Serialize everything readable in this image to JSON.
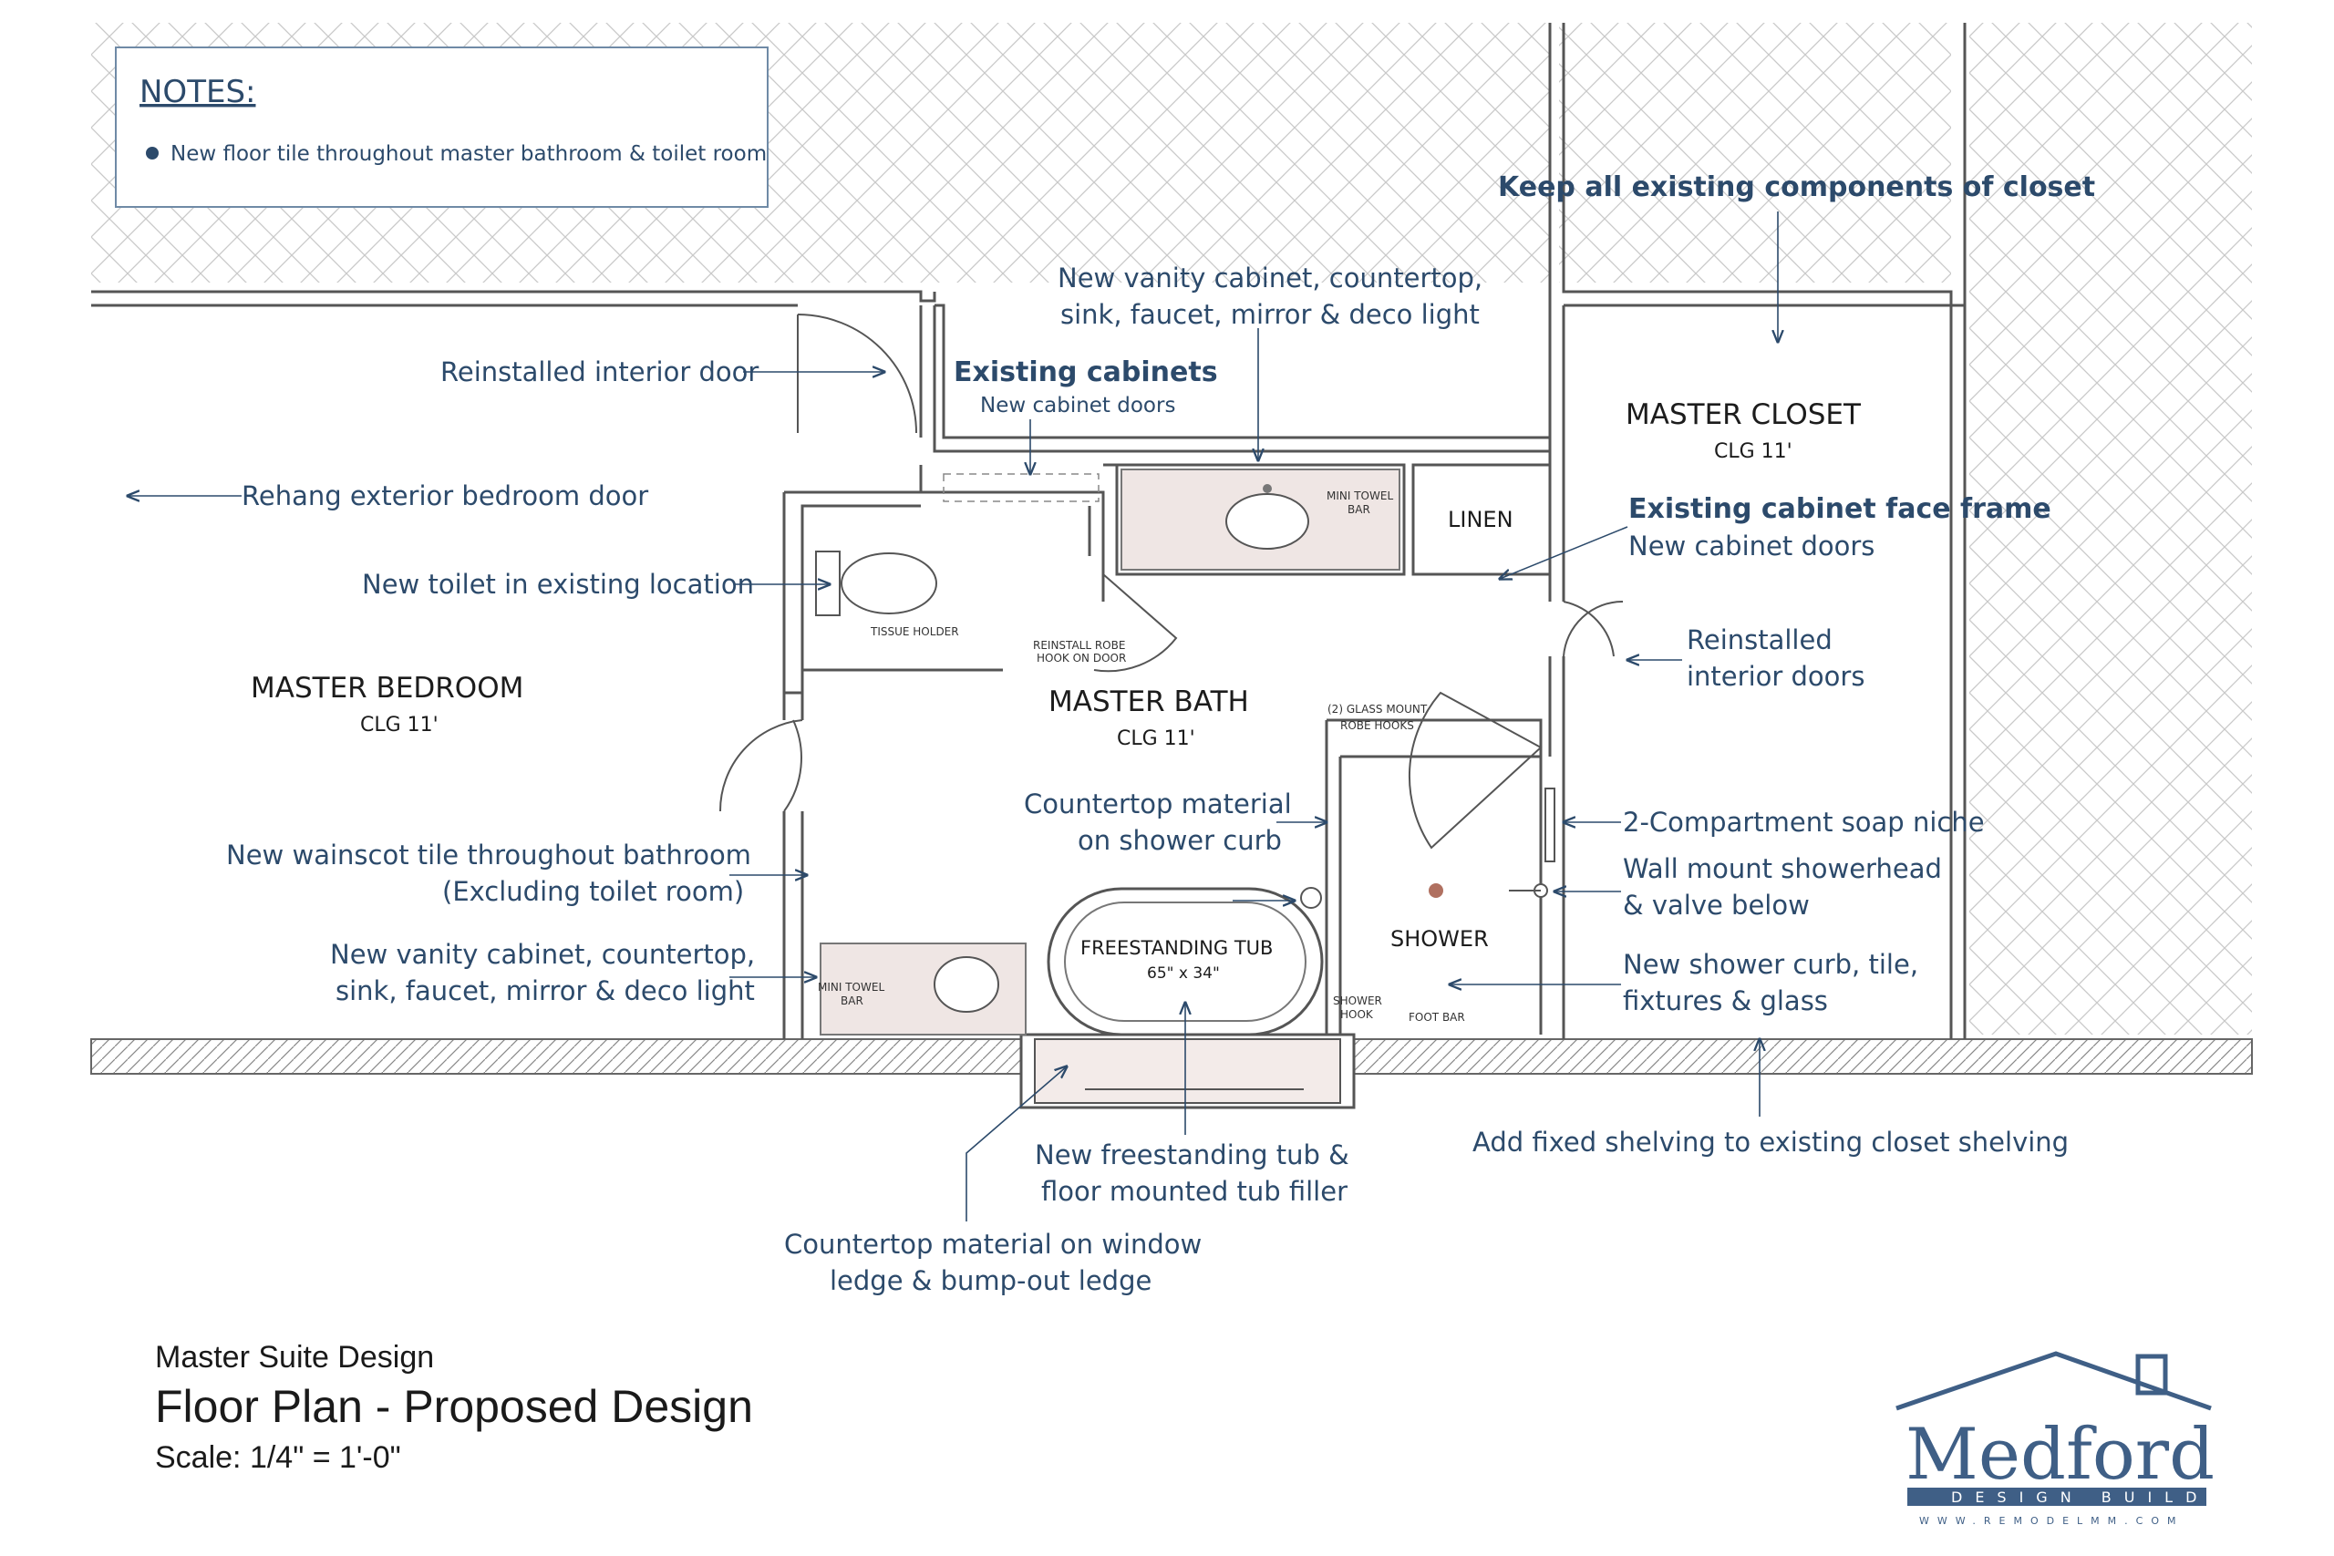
{
  "notes": {
    "heading": "NOTES:",
    "item": "New floor tile throughout master bathroom & toilet room"
  },
  "rooms": {
    "bedroom": "MASTER BEDROOM",
    "bedroom_clg": "CLG 11'",
    "bath": "MASTER BATH",
    "bath_clg": "CLG 11'",
    "closet": "MASTER CLOSET",
    "closet_clg": "CLG 11'",
    "linen": "LINEN",
    "shower": "SHOWER"
  },
  "fixtures": {
    "tub_title": "FREESTANDING TUB",
    "tub_size": "65\" x 34\"",
    "mini_towel": "MINI TOWEL",
    "bar": "BAR",
    "tissue": "TISSUE HOLDER",
    "robe_1": "REINSTALL ROBE",
    "robe_2": "HOOK ON DOOR",
    "glass_1": "(2) GLASS MOUNT",
    "glass_2": "ROBE HOOKS",
    "shower_hook_1": "SHOWER",
    "shower_hook_2": "HOOK",
    "foot_bar": "FOOT BAR"
  },
  "callouts": {
    "keep_closet": "Keep all existing components of closet",
    "vanity_top_1": "New vanity cabinet, countertop,",
    "vanity_top_2": "sink, faucet, mirror & deco light",
    "reinstalled_door": "Reinstalled interior door",
    "existing_cabinets": "Existing cabinets",
    "new_cabinet_doors": "New cabinet doors",
    "rehang": "Rehang exterior bedroom door",
    "toilet": "New toilet in existing location",
    "face_frame": "Existing cabinet face frame",
    "face_frame_doors": "New cabinet doors",
    "reinstalled_doors_1": "Reinstalled",
    "reinstalled_doors_2": "interior doors",
    "curb_1": "Countertop material",
    "curb_2": "on shower curb",
    "soap": "2-Compartment soap niche",
    "showerhead_1": "Wall mount showerhead",
    "showerhead_2": "& valve below",
    "wainscot_1": "New wainscot tile throughout bathroom",
    "wainscot_2": "(Excluding toilet room)",
    "vanity_bottom_1": "New vanity cabinet, countertop,",
    "vanity_bottom_2": "sink, faucet, mirror & deco light",
    "shower_curb_1": "New shower curb, tile,",
    "shower_curb_2": "fixtures & glass",
    "shelving": "Add fixed shelving to existing closet shelving",
    "tub_1": "New freestanding tub &",
    "tub_2": "floor mounted tub filler",
    "window_1": "Countertop material on window",
    "window_2": "ledge & bump-out ledge"
  },
  "title_block": {
    "project": "Master Suite Design",
    "title": "Floor Plan - Proposed Design",
    "scale": "Scale: 1/4\" = 1'-0\""
  },
  "logo": {
    "name": "Medford",
    "tagline": "DESIGN BUILD",
    "url": "WWW.REMODELMM.COM"
  },
  "colors": {
    "annotation": "#2c4a6b",
    "wall": "#555555",
    "fixture_fill": "#efe6e4",
    "logo": "#3f5f86"
  }
}
